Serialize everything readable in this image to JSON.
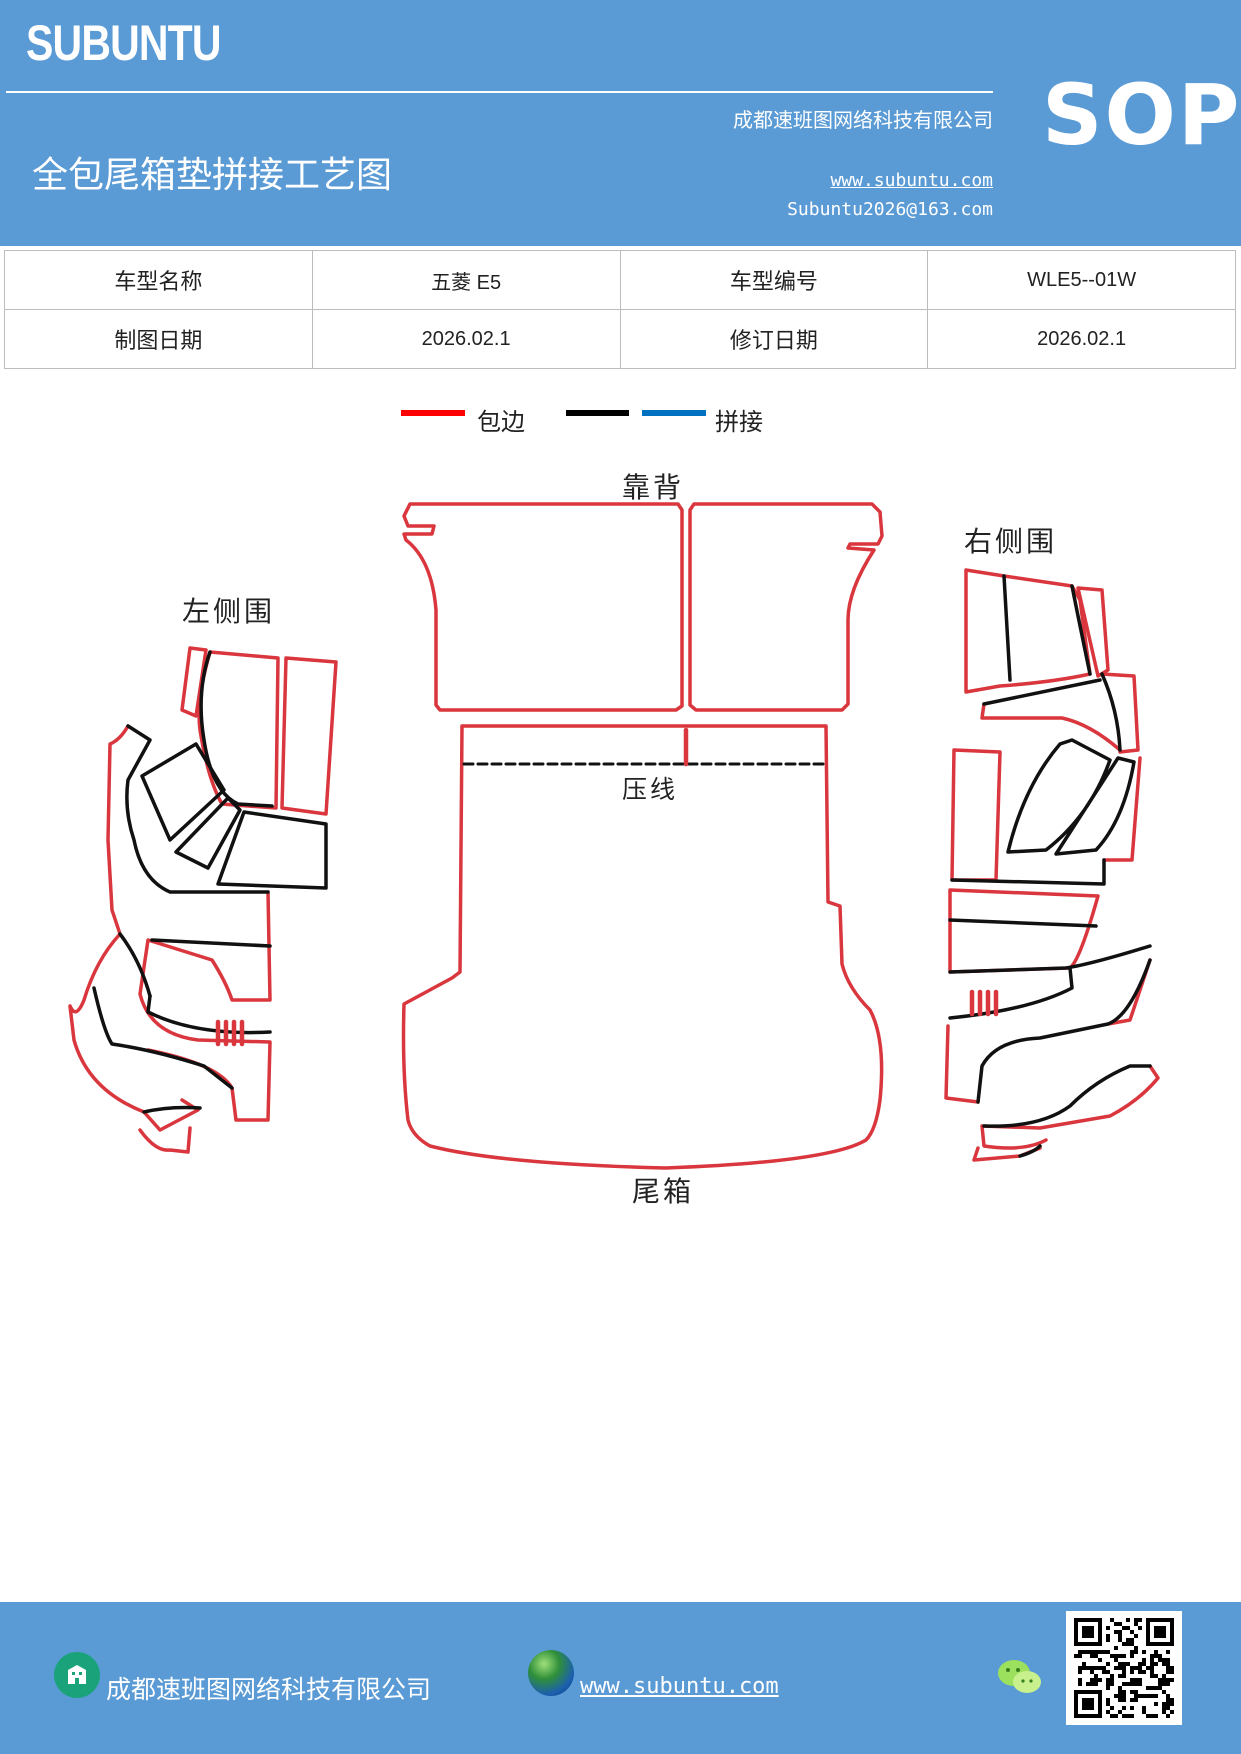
{
  "header": {
    "brand": "SUBUNTU",
    "company": "成都速班图网络科技有限公司",
    "title": "全包尾箱垫拼接工艺图",
    "url": "www.subuntu.com",
    "email": "Subuntu2026@163.com",
    "badge": "SOP"
  },
  "info_table": {
    "model_name_label": "车型名称",
    "model_name_value": "五菱 E5",
    "model_code_label": "车型编号",
    "model_code_value": "WLE5--01W",
    "draw_date_label": "制图日期",
    "draw_date_value": "2026.02.1",
    "revise_date_label": "修订日期",
    "revise_date_value": "2026.02.1"
  },
  "legend": {
    "items": [
      {
        "label": "包边",
        "color": "#ff0000"
      },
      {
        "label": "",
        "color": "#000000"
      },
      {
        "label": "拼接",
        "color": "#0070c0"
      }
    ]
  },
  "diagram": {
    "back_label": "靠背",
    "left_label": "左侧围",
    "right_label": "右侧围",
    "crease_label": "压线",
    "trunk_label": "尾箱",
    "edge_color": "#d9363e",
    "seam_color": "#111111"
  },
  "footer": {
    "company": "成都速班图网络科技有限公司",
    "url": "www.subuntu.com"
  }
}
